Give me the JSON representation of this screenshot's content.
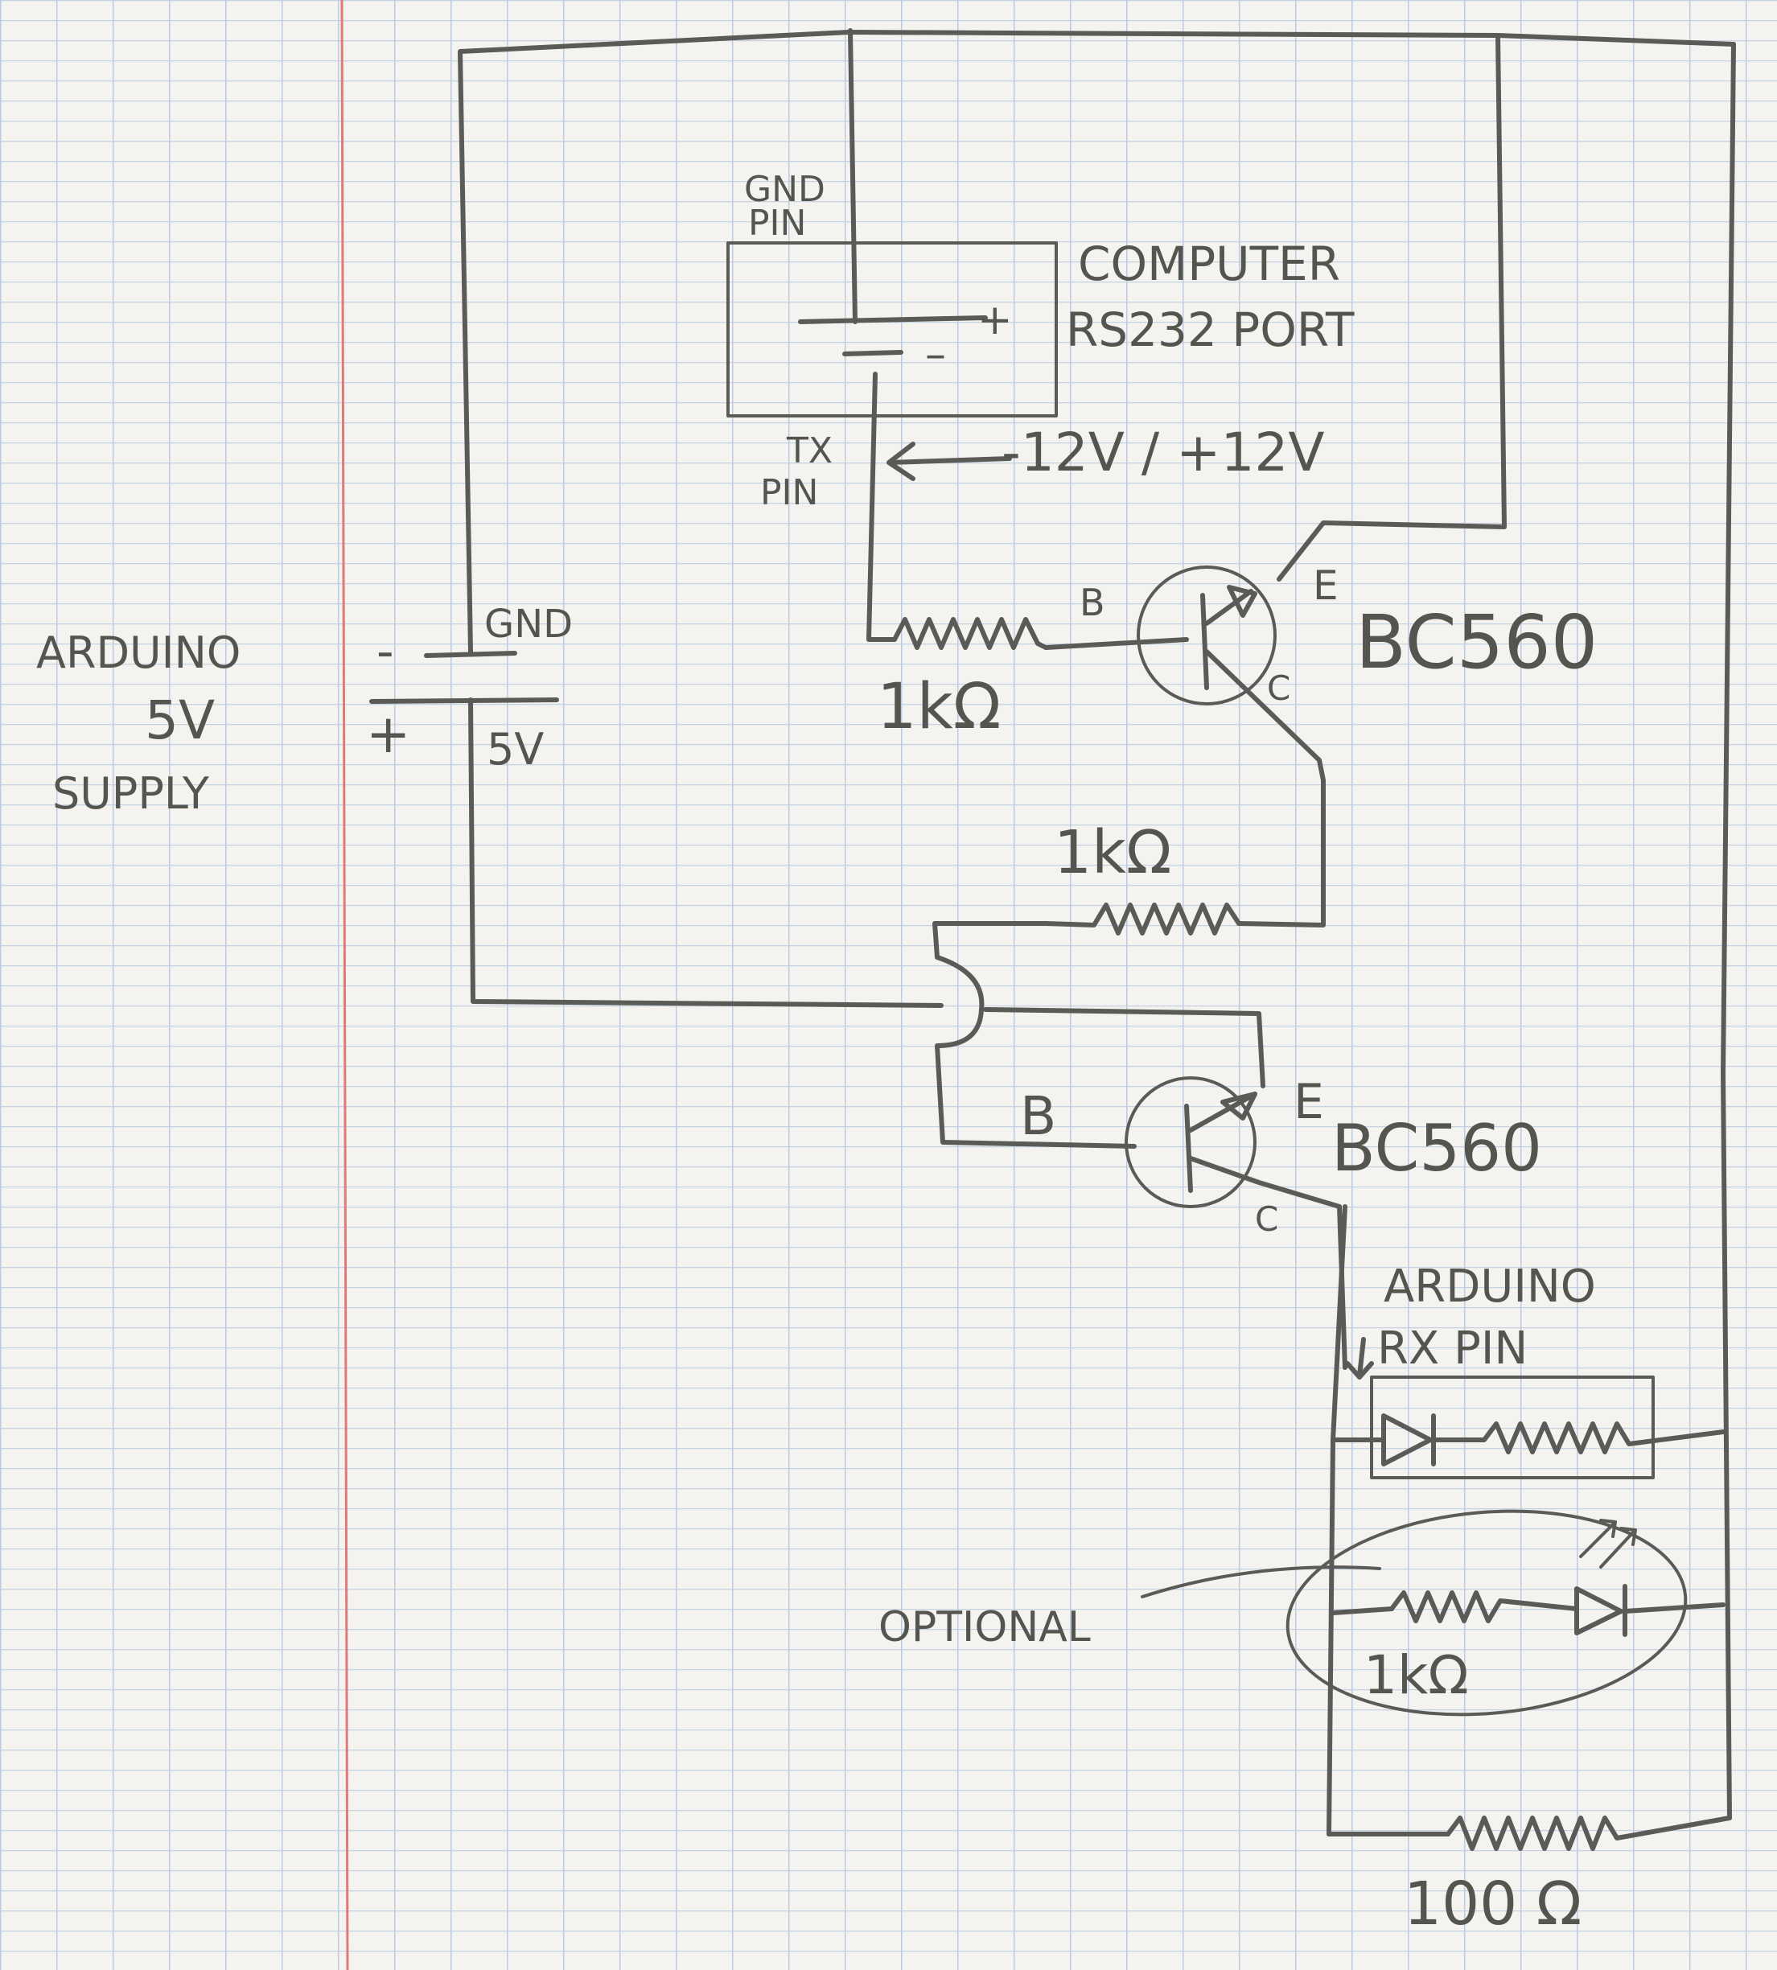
{
  "colors": {
    "paper": "#f4f3ef",
    "grid_line": "#b9c8dc",
    "margin_line": "#e07a7a",
    "ink": "#5a5a56"
  },
  "labels": {
    "gnd_pin_line1": "GND",
    "gnd_pin_line2": "PIN",
    "computer_port_line1": "COMPUTER",
    "computer_port_line2": "RS232 PORT",
    "port_plus": "+",
    "port_minus": "–",
    "tx_pin_line1": "TX",
    "tx_pin_line2": "PIN",
    "voltage": "-12V / +12V",
    "arduino_supply_line1": "ARDUINO",
    "arduino_supply_line2": "5V",
    "arduino_supply_line3": "SUPPLY",
    "supply_minus": "-",
    "supply_plus": "+",
    "supply_gnd": "GND",
    "supply_5v": "5V",
    "q1_base": "B",
    "q1_emitter": "E",
    "q1_collector": "C",
    "q1_part": "BC560",
    "r1_value": "1kΩ",
    "r2_value": "1kΩ",
    "q2_base": "B",
    "q2_emitter": "E",
    "q2_collector": "C",
    "q2_part": "BC560",
    "arduino_rx_line1": "ARDUINO",
    "arduino_rx_line2": "RX PIN",
    "optional": "OPTIONAL",
    "r3_value": "1kΩ",
    "r4_value": "100 Ω"
  }
}
